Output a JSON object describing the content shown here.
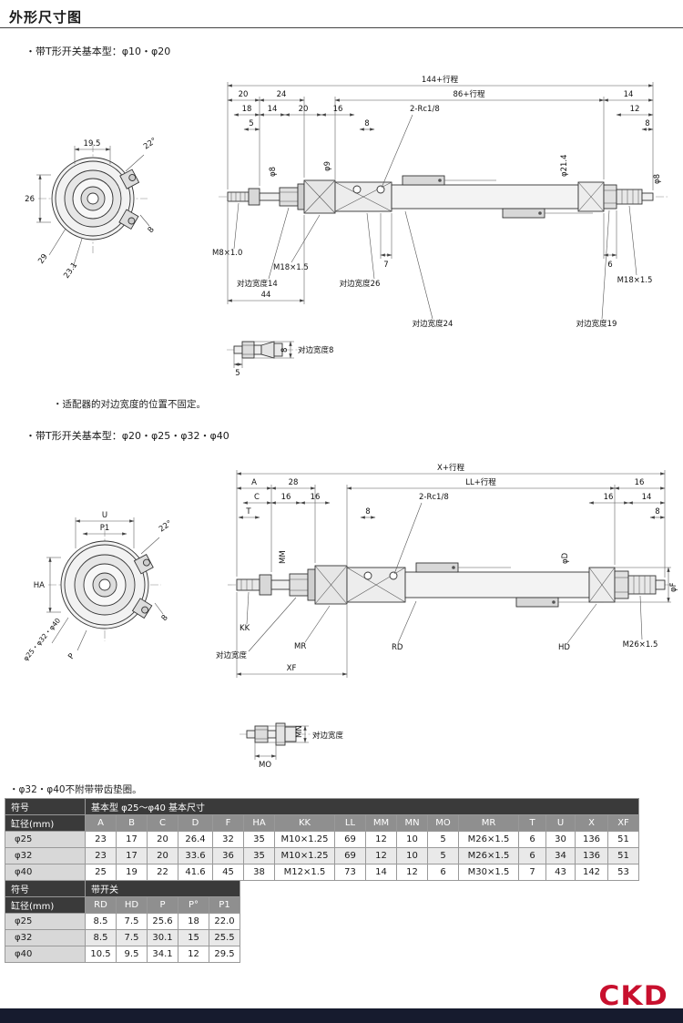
{
  "page": {
    "title": "外形尺寸图",
    "logo": "CKD"
  },
  "section1": {
    "heading": "・带T形开关基本型：φ10・φ20",
    "note": "・适配器的对边宽度的位置不固定。",
    "dims": {
      "ev_195": "19.5",
      "ev_26": "26",
      "ev_29": "29",
      "ev_231": "23.1",
      "ev_22": "22°",
      "ev_8": "8",
      "overall": "144+行程",
      "tube": "86+行程",
      "d20": "20",
      "d24": "24",
      "d18": "18",
      "d14": "14",
      "d20b": "20",
      "d16": "16",
      "d5": "5",
      "d8": "8",
      "port": "2-Rc1/8",
      "r14": "14",
      "r12": "12",
      "r8": "8",
      "dia8": "φ8",
      "dia9": "φ9",
      "dia214": "φ21.4",
      "dia8r": "φ8",
      "m8": "M8×1.0",
      "m18": "M18×1.5",
      "m18r": "M18×1.5",
      "flats_adapter": "对边宽度14",
      "flats_head": "对边宽度26",
      "flats_tube": "对边宽度24",
      "flats_rear": "对边宽度19",
      "d44": "44",
      "d7": "7",
      "d6": "6",
      "det_5": "5",
      "det_8": "8",
      "det_flats": "对边宽度8"
    }
  },
  "section2": {
    "heading": "・带T形开关基本型：φ20・φ25・φ32・φ40",
    "note": "・φ32・φ40不附带带齿垫圈。",
    "dims": {
      "ev_U": "U",
      "ev_P1": "P1",
      "ev_HA": "HA",
      "ev_P": "P",
      "ev_8": "8",
      "ev_ang": "22°",
      "ev_bores": "φ25・φ32・φ40",
      "overall": "X+行程",
      "tube": "LL+行程",
      "A": "A",
      "d28": "28",
      "C": "C",
      "d16a": "16",
      "d16b": "16",
      "T": "T",
      "d8": "8",
      "port": "2-Rc1/8",
      "r16": "16",
      "r16b": "16",
      "r14": "14",
      "r8": "8",
      "MM": "MM",
      "dD": "φD",
      "dF": "φF",
      "KK": "KK",
      "MR": "MR",
      "RD": "RD",
      "HD": "HD",
      "m26": "M26×1.5",
      "flats": "对边宽度",
      "XF": "XF",
      "det_MN": "MN",
      "det_MO": "MO",
      "det_flats": "对边宽度"
    }
  },
  "table1": {
    "corner": "符号",
    "section_label": "基本型 φ25～φ40 基本尺寸",
    "row_header": "缸径(mm)",
    "columns": [
      "A",
      "B",
      "C",
      "D",
      "F",
      "HA",
      "KK",
      "LL",
      "MM",
      "MN",
      "MO",
      "MR",
      "T",
      "U",
      "X",
      "XF"
    ],
    "rows": [
      [
        "φ25",
        "23",
        "17",
        "20",
        "26.4",
        "32",
        "35",
        "M10×1.25",
        "69",
        "12",
        "10",
        "5",
        "M26×1.5",
        "6",
        "30",
        "136",
        "51"
      ],
      [
        "φ32",
        "23",
        "17",
        "20",
        "33.6",
        "36",
        "35",
        "M10×1.25",
        "69",
        "12",
        "10",
        "5",
        "M26×1.5",
        "6",
        "34",
        "136",
        "51"
      ],
      [
        "φ40",
        "25",
        "19",
        "22",
        "41.6",
        "45",
        "38",
        "M12×1.5",
        "73",
        "14",
        "12",
        "6",
        "M30×1.5",
        "7",
        "43",
        "142",
        "53"
      ]
    ]
  },
  "table2": {
    "corner": "符号",
    "section_label": "带开关",
    "row_header": "缸径(mm)",
    "columns": [
      "RD",
      "HD",
      "P",
      "P°",
      "P1"
    ],
    "rows": [
      [
        "φ25",
        "8.5",
        "7.5",
        "25.6",
        "18",
        "22.0"
      ],
      [
        "φ32",
        "8.5",
        "7.5",
        "30.1",
        "15",
        "25.5"
      ],
      [
        "φ40",
        "10.5",
        "9.5",
        "34.1",
        "12",
        "29.5"
      ]
    ]
  }
}
